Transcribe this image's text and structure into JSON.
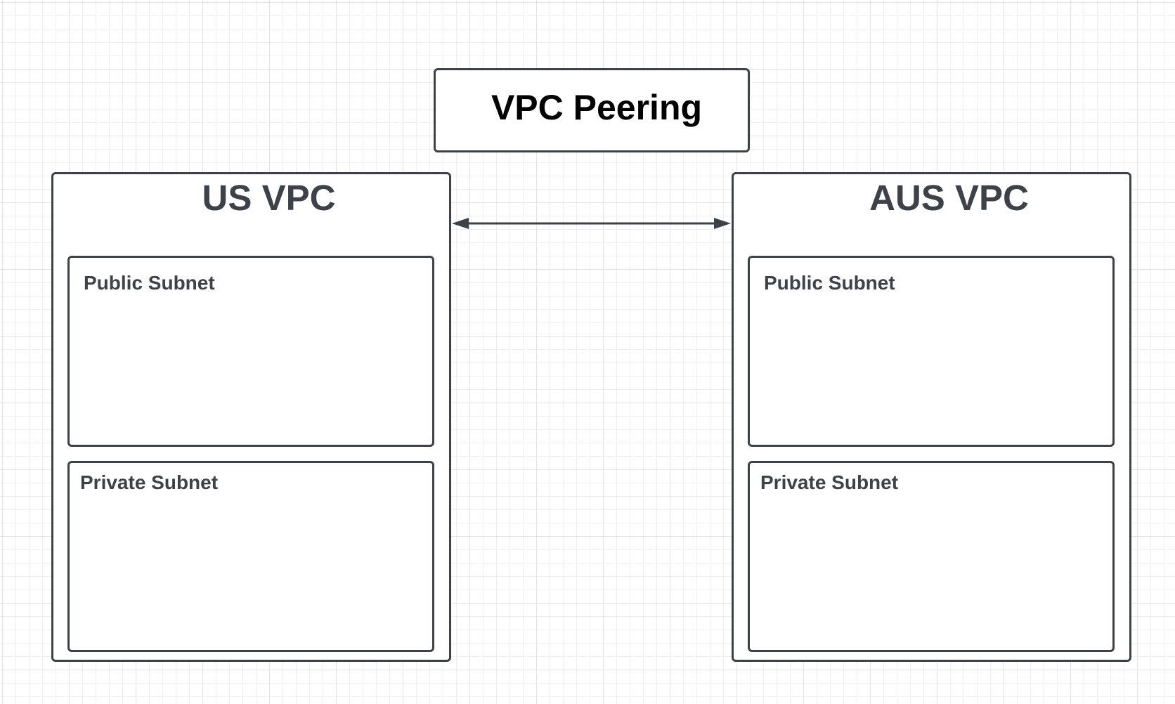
{
  "diagram": {
    "title": "VPC Peering",
    "vpcs": [
      {
        "name": "US VPC",
        "subnets": [
          {
            "label": "Public Subnet"
          },
          {
            "label": "Private Subnet"
          }
        ]
      },
      {
        "name": "AUS VPC",
        "subnets": [
          {
            "label": "Public Subnet"
          },
          {
            "label": "Private Subnet"
          }
        ]
      }
    ],
    "connection": {
      "from": "US VPC",
      "to": "AUS VPC",
      "direction": "bidirectional"
    }
  },
  "colors": {
    "stroke": "#3d4249",
    "title_text": "#000000",
    "fill": "#ffffff",
    "grid": "#e2e2e2"
  }
}
